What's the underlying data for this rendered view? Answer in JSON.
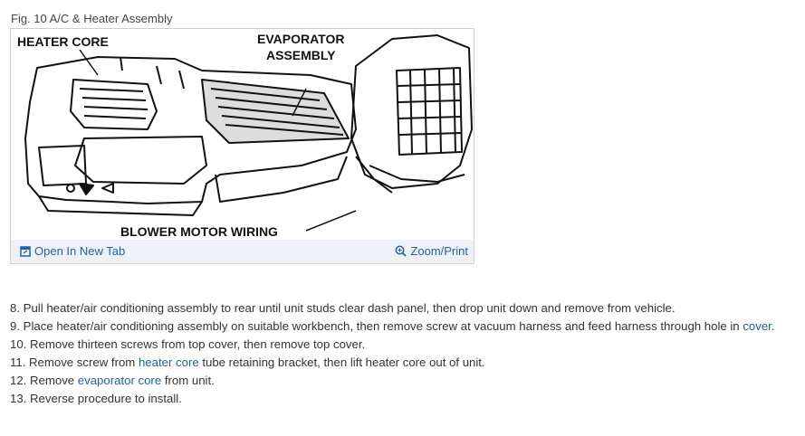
{
  "figure": {
    "caption": "Fig. 10 A/C & Heater Assembly",
    "labels": {
      "heater_core": "HEATER CORE",
      "evaporator_line1": "EVAPORATOR",
      "evaporator_line2": "ASSEMBLY",
      "blower_motor_wiring": "BLOWER MOTOR WIRING"
    },
    "open_tab_label": "Open In New Tab",
    "zoom_label": "Zoom/Print"
  },
  "steps": [
    {
      "num": " 8.",
      "parts": [
        "Pull heater/air conditioning assembly to rear until unit studs clear dash panel, then drop unit down and remove from vehicle."
      ]
    },
    {
      "num": " 9.",
      "pre": "Place heater/air conditioning assembly on suitable workbench, then remove screw at vacuum harness and feed harness through hole in ",
      "link": "cover",
      "post": "."
    },
    {
      "num": "10.",
      "pre": "Remove thirteen screws from top cover, then remove top cover.",
      "link": "",
      "post": ""
    },
    {
      "num": "11.",
      "pre": "Remove screw from ",
      "link": "heater core",
      "post": " tube retaining bracket, then lift heater core out of unit."
    },
    {
      "num": "12.",
      "pre": "Remove ",
      "link": "evaporator core",
      "post": " from unit."
    },
    {
      "num": "13.",
      "pre": "Reverse procedure to install.",
      "link": "",
      "post": ""
    }
  ],
  "colors": {
    "link": "#1f62a8",
    "footer_bg": "#eef1f6"
  }
}
